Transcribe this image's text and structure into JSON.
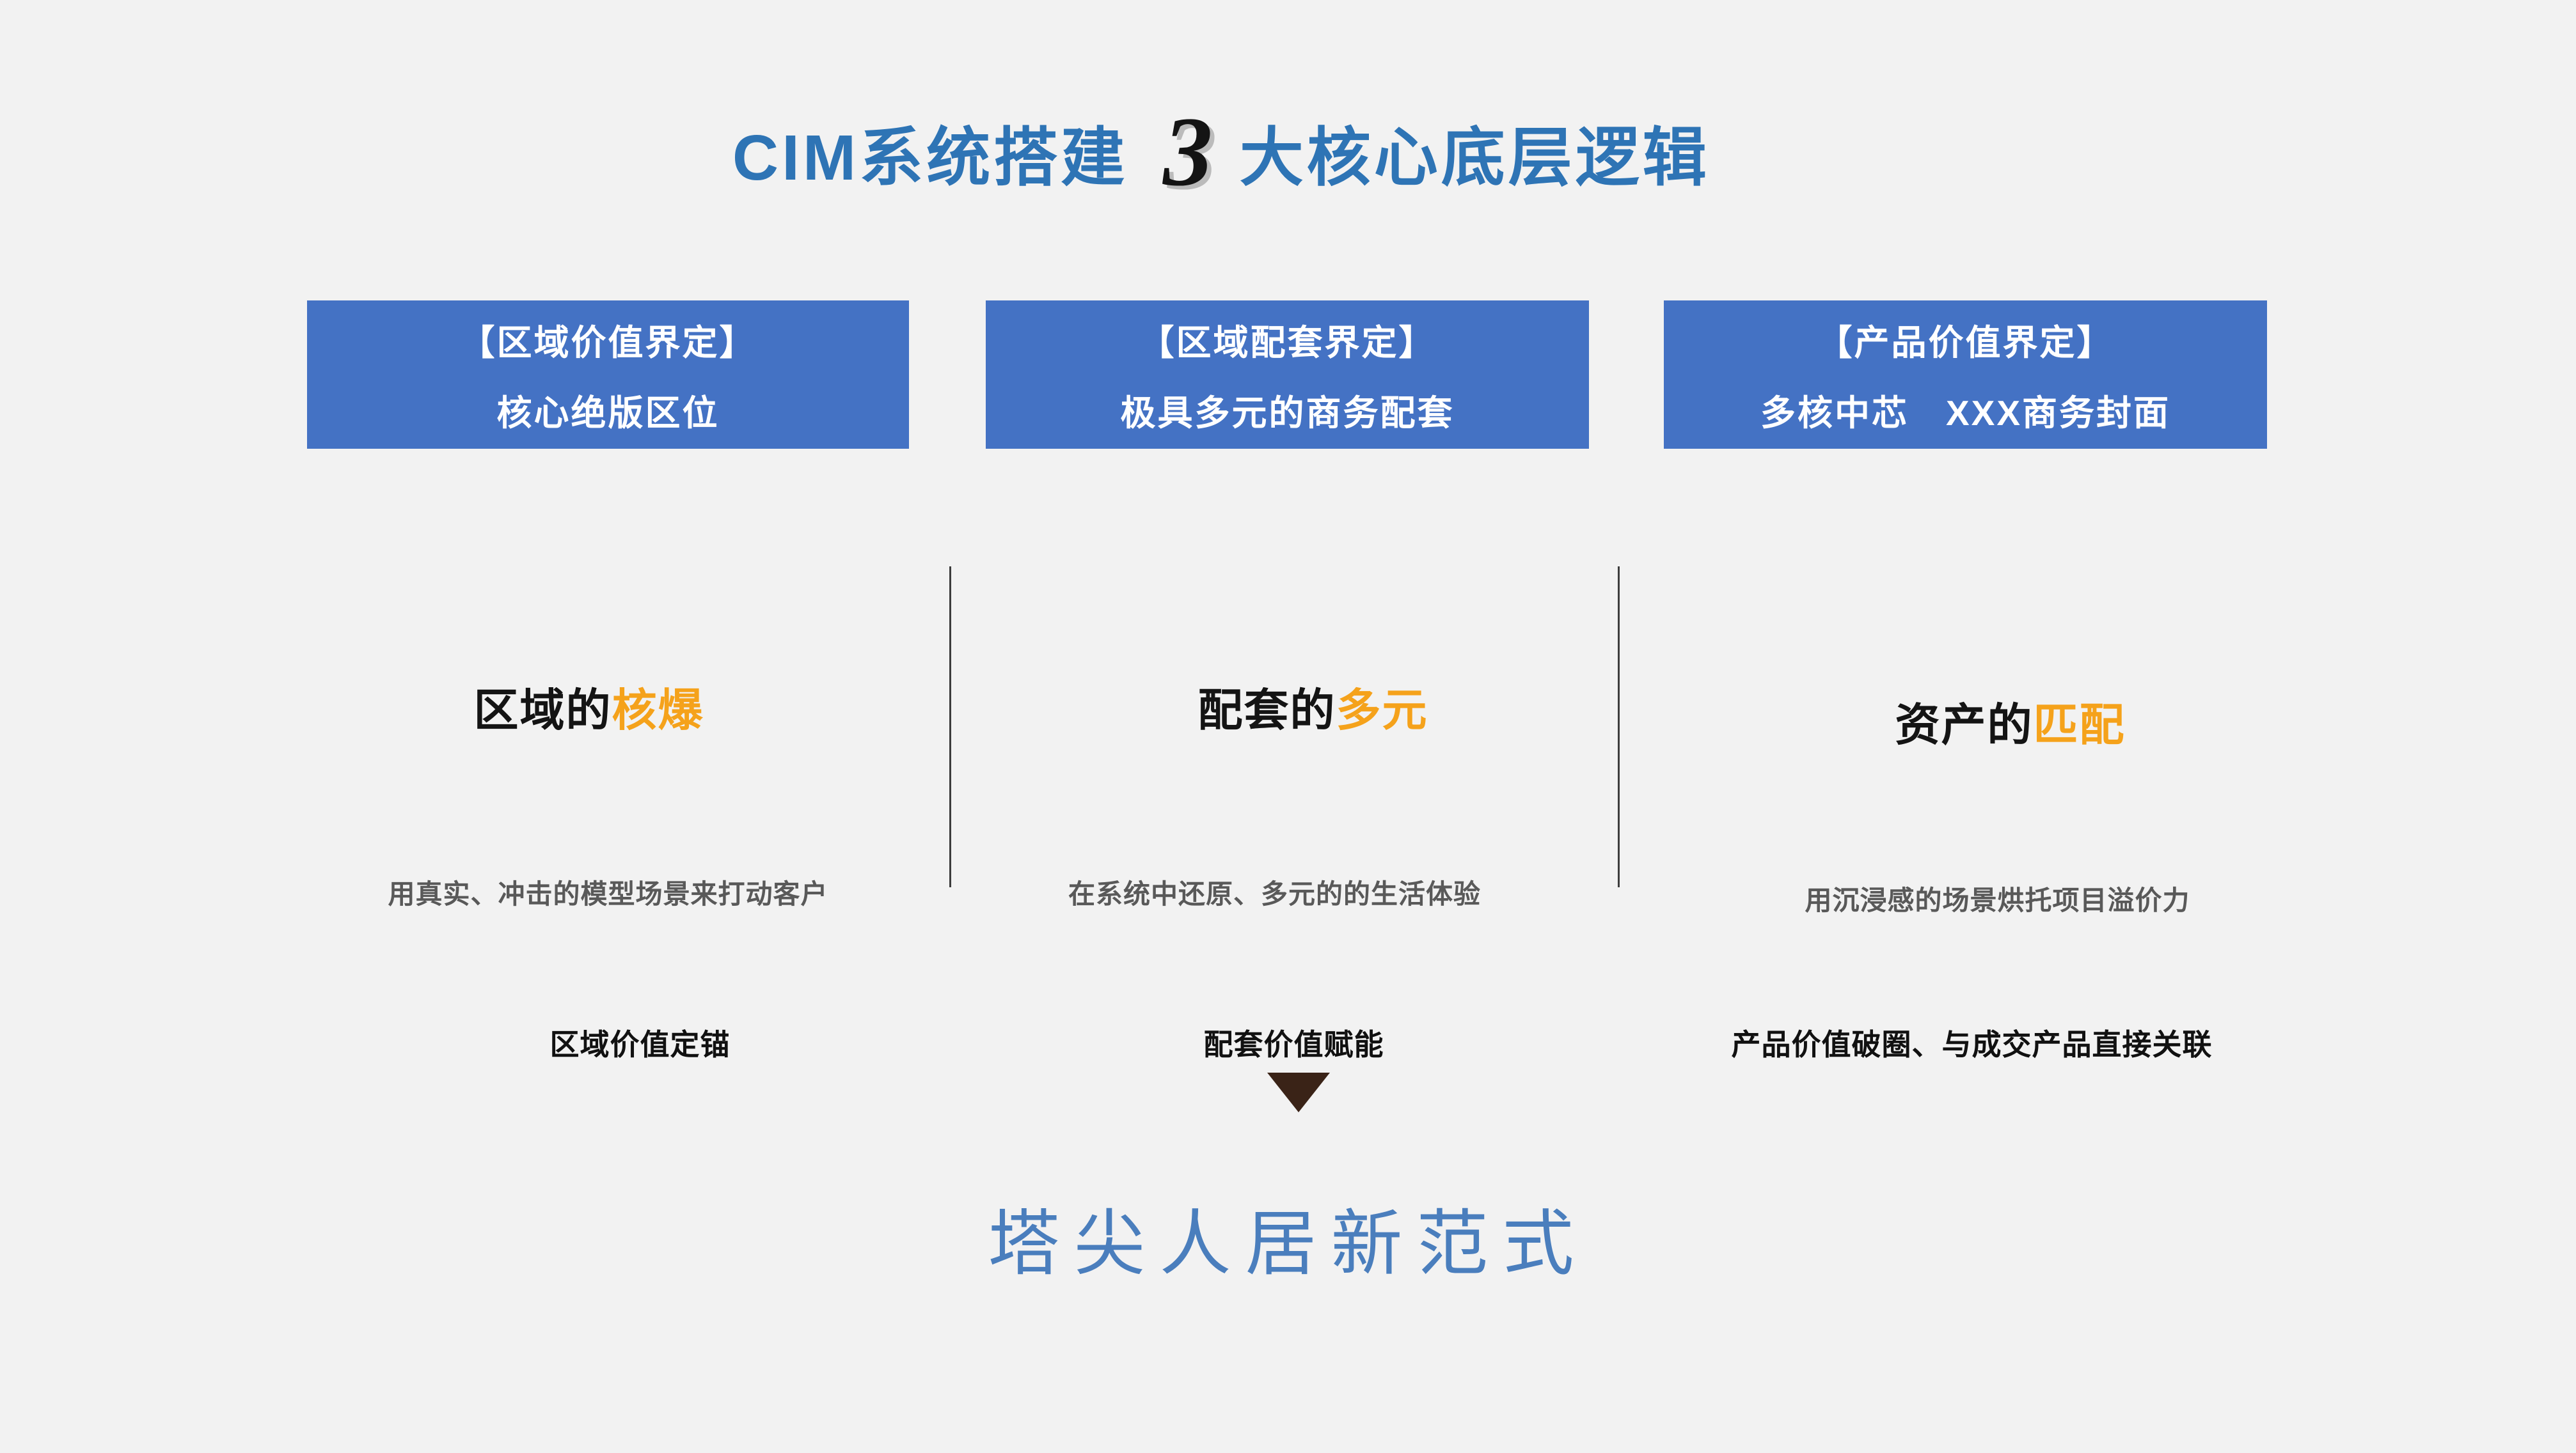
{
  "slide": {
    "title": {
      "prefix": "CIM系统搭建",
      "number": "3",
      "suffix": "大核心底层逻辑"
    },
    "columns": [
      {
        "header_line1": "【区域价值界定】",
        "header_line2": "核心绝版区位",
        "heading_black": "区域的",
        "heading_orange": "核爆",
        "description": "用真实、冲击的模型场景来打动客户",
        "label": "区域价值定锚"
      },
      {
        "header_line1": "【区域配套界定】",
        "header_line2": "极具多元的商务配套",
        "heading_black": "配套的",
        "heading_orange": "多元",
        "description": "在系统中还原、多元的的生活体验",
        "label": "配套价值赋能"
      },
      {
        "header_line1": "【产品价值界定】",
        "header_line2": "多核中芯　XXX商务封面",
        "heading_black": "资产的",
        "heading_orange": "匹配",
        "description": "用沉浸感的场景烘托项目溢价力",
        "label": "产品价值破圈、与成交产品直接关联"
      }
    ],
    "arrow_icon": "triangle-down",
    "footer": "塔尖人居新范式",
    "colors": {
      "background": "#f2f2f2",
      "box_blue": "#4472c4",
      "title_blue": "#2e74b5",
      "accent_orange": "#f5a21b",
      "footer_blue": "#4a7ebd",
      "triangle": "#3a2317"
    }
  }
}
